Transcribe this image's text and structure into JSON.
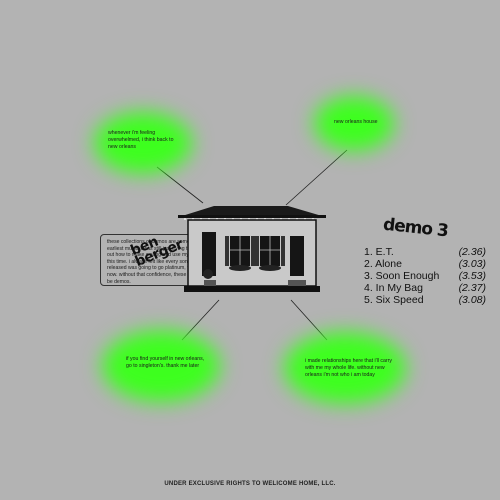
{
  "artist_logo": [
    "ben",
    "berger"
  ],
  "album_title": "demo 3",
  "bio": "these collections of demos are some of my earliest music. i was still just trying to figure out how to make a song and use my voice at this time. i always felt like every song i released was going to go platinum, then & now. without that confidence, these wouldn't be demos.",
  "notes": {
    "top_left": "whenever i'm feeling overwhelmed, i think back to new orleans",
    "top_right": "new orleans house",
    "bottom_left": "if you find yourself in new orleans, go to singleton's. thank me later",
    "bottom_right": "i made relationships here that i'll carry with me my whole life. without new orleans i'm not who i am today"
  },
  "tracks": [
    {
      "label": "1. E.T.",
      "duration": "(2.36)"
    },
    {
      "label": "2. Alone",
      "duration": "(3.03)"
    },
    {
      "label": "3. Soon Enough",
      "duration": "(3.53)"
    },
    {
      "label": "4. In My Bag",
      "duration": "(2.37)"
    },
    {
      "label": "5. Six Speed",
      "duration": "(3.08)"
    }
  ],
  "footer": "UNDER EXCLUSIVE RIGHTS TO WELICOME HOME, LLC.",
  "colors": {
    "background": "#b3b3b3",
    "glow": "#3dff1e",
    "ink": "#111111"
  }
}
